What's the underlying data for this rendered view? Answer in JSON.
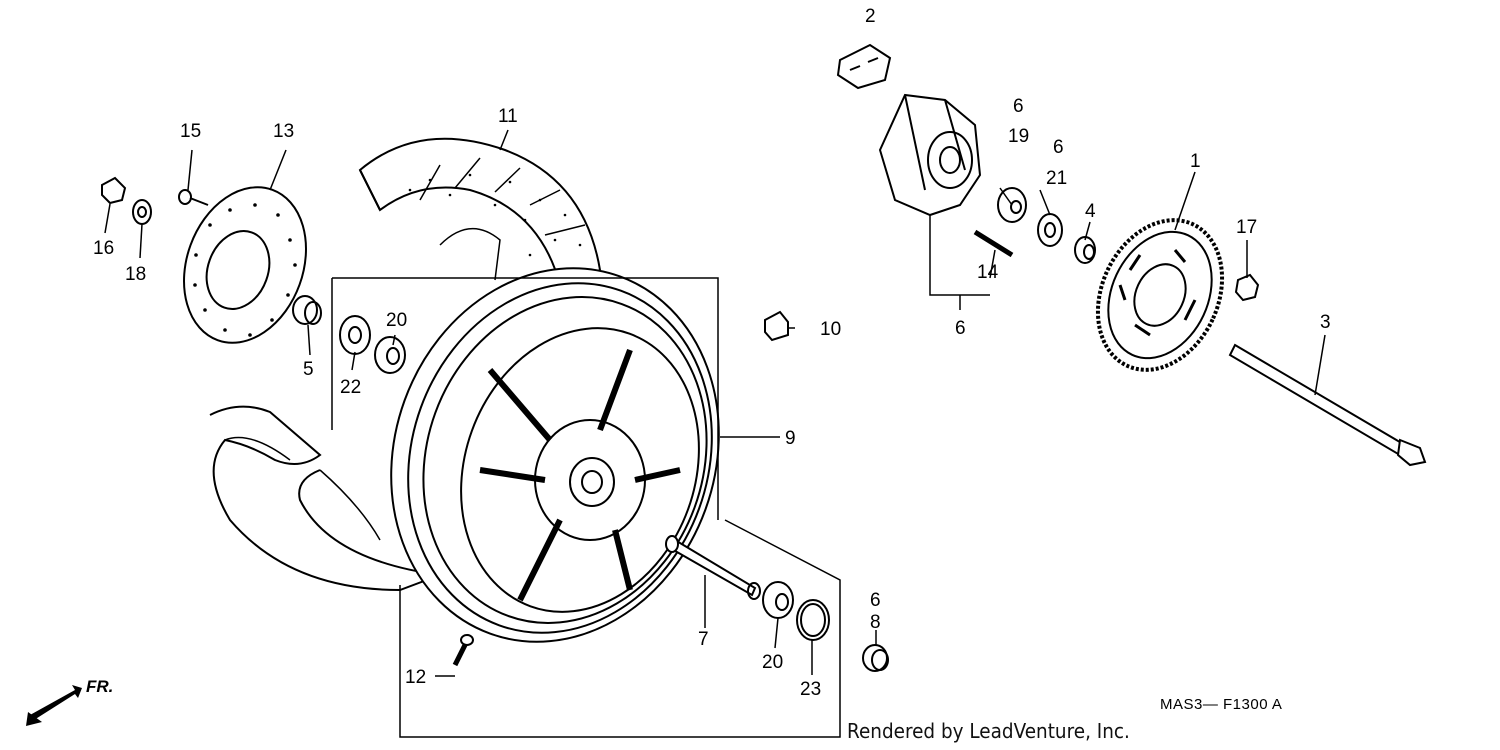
{
  "diagram": {
    "callouts": [
      {
        "id": "1",
        "text": "1"
      },
      {
        "id": "2",
        "text": "2"
      },
      {
        "id": "3",
        "text": "3"
      },
      {
        "id": "4",
        "text": "4"
      },
      {
        "id": "5",
        "text": "5"
      },
      {
        "id": "6a",
        "text": "6"
      },
      {
        "id": "6b",
        "text": "6"
      },
      {
        "id": "6c",
        "text": "6"
      },
      {
        "id": "6d",
        "text": "6"
      },
      {
        "id": "7",
        "text": "7"
      },
      {
        "id": "8",
        "text": "8"
      },
      {
        "id": "9",
        "text": "9"
      },
      {
        "id": "10",
        "text": "10"
      },
      {
        "id": "11",
        "text": "11"
      },
      {
        "id": "12",
        "text": "12"
      },
      {
        "id": "13",
        "text": "13"
      },
      {
        "id": "14",
        "text": "14"
      },
      {
        "id": "15",
        "text": "15"
      },
      {
        "id": "16",
        "text": "16"
      },
      {
        "id": "17",
        "text": "17"
      },
      {
        "id": "18",
        "text": "18"
      },
      {
        "id": "19",
        "text": "19"
      },
      {
        "id": "20a",
        "text": "20"
      },
      {
        "id": "20b",
        "text": "20"
      },
      {
        "id": "21",
        "text": "21"
      },
      {
        "id": "22",
        "text": "22"
      },
      {
        "id": "23",
        "text": "23"
      }
    ],
    "direction_label": "FR.",
    "figure_code": "MAS3— F1300 A",
    "credit": "Rendered by LeadVenture, Inc."
  }
}
